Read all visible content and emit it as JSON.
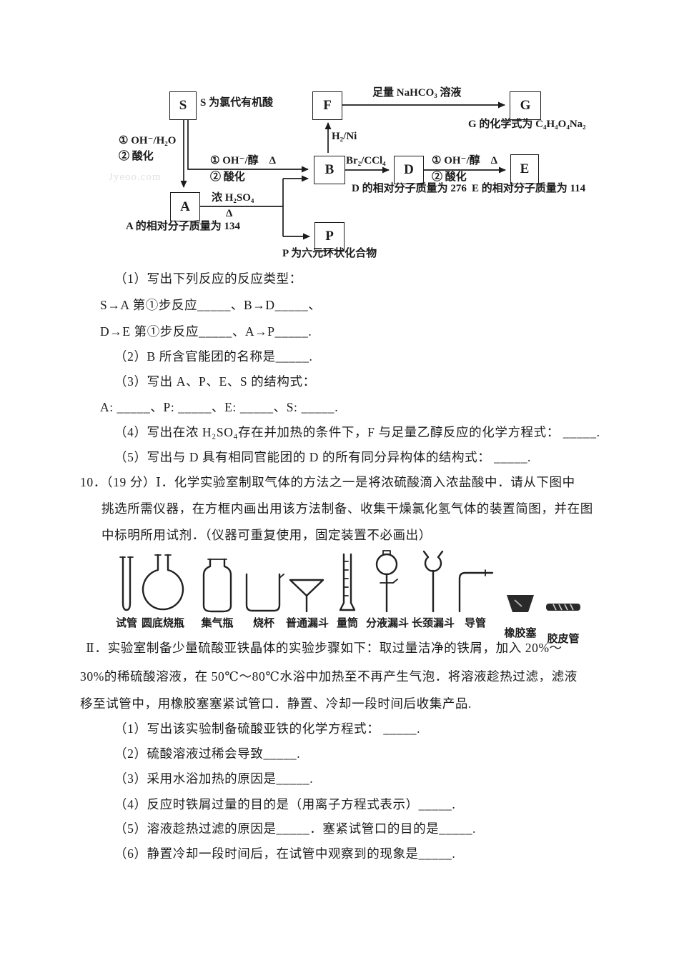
{
  "watermark": "Jyeoo.com",
  "diagram": {
    "boxes": {
      "s": "S",
      "f": "F",
      "g": "G",
      "b": "B",
      "d": "D",
      "e": "E",
      "a": "A",
      "p": "P"
    },
    "notes": {
      "s": "S 为氯代有机酸",
      "g": "G 的化学式为 C₄H₄O₄Na₂",
      "d": "D 的相对分子质量为 276",
      "e": "E 的相对分子质量为 114",
      "a": "A 的相对分子质量为 134",
      "p": "P 为六元环状化合物"
    },
    "edges": {
      "sa1": "① OH⁻/H₂O",
      "sa2": "② 酸化",
      "sb1": "① OH⁻/醇　Δ",
      "sb2": "② 酸化",
      "ab1": "浓 H₂SO₄",
      "ab2": "Δ",
      "bf": "H₂/Ni",
      "fg": "足量 NaHCO₃ 溶液",
      "bd": "Br₂/CCl₄",
      "de1": "① OH⁻/醇　Δ",
      "de2": "② 酸化"
    }
  },
  "lines": [
    {
      "text": "（1）写出下列反应的反应类型："
    },
    {
      "text": "S→A 第①步反应_____、B→D_____、"
    },
    {
      "text": "D→E 第①步反应_____、A→P_____."
    },
    {
      "text": "（2）B 所含官能团的名称是_____."
    },
    {
      "text": "（3）写出 A、P、E、S 的结构式："
    },
    {
      "text": "A: _____、P: _____、E: _____、S: _____."
    },
    {
      "text": "（4）写出在浓 H₂SO₄存在并加热的条件下，F 与足量乙醇反应的化学方程式： _____."
    },
    {
      "text": "（5）写出与 D 具有相同官能团的 D 的所有同分异构体的结构式： _____."
    },
    {
      "text": "10．（19 分）Ⅰ．化学实验室制取气体的方法之一是将浓硫酸滴入浓盐酸中．请从下图中"
    },
    {
      "text": "挑选所需仪器，在方框内画出用该方法制备、收集干燥氯化氢气体的装置简图，并在图"
    },
    {
      "text": "中标明所用试剂．（仪器可重复使用，固定装置不必画出）"
    },
    {
      "text": "Ⅱ．实验室制备少量硫酸亚铁晶体的实验步骤如下：取过量洁净的铁屑，加入 20%～"
    },
    {
      "text": "30%的稀硫酸溶液，在 50℃～80℃水浴中加热至不再产生气泡．将溶液趁热过滤，滤液"
    },
    {
      "text": "移至试管中，用橡胶塞塞紧试管口．静置、冷却一段时间后收集产品."
    },
    {
      "text": "（1）写出该实验制备硫酸亚铁的化学方程式： _____."
    },
    {
      "text": "（2）硫酸溶液过稀会导致_____."
    },
    {
      "text": "（3）采用水浴加热的原因是_____."
    },
    {
      "text": "（4）反应时铁屑过量的目的是（用离子方程式表示）_____."
    },
    {
      "text": "（5）溶液趁热过滤的原因是_____．塞紧试管口的目的是_____."
    },
    {
      "text": "（6）静置冷却一段时间后，在试管中观察到的现象是_____."
    }
  ],
  "equipment": {
    "items": [
      {
        "label": "试管"
      },
      {
        "label": "圆底烧瓶"
      },
      {
        "label": "集气瓶"
      },
      {
        "label": "烧杯"
      },
      {
        "label": "普通漏斗"
      },
      {
        "label": "量筒"
      },
      {
        "label": "分液漏斗"
      },
      {
        "label": "长颈漏斗"
      },
      {
        "label": "导管"
      },
      {
        "label": "橡胶塞"
      },
      {
        "label": "胶皮管"
      }
    ]
  }
}
